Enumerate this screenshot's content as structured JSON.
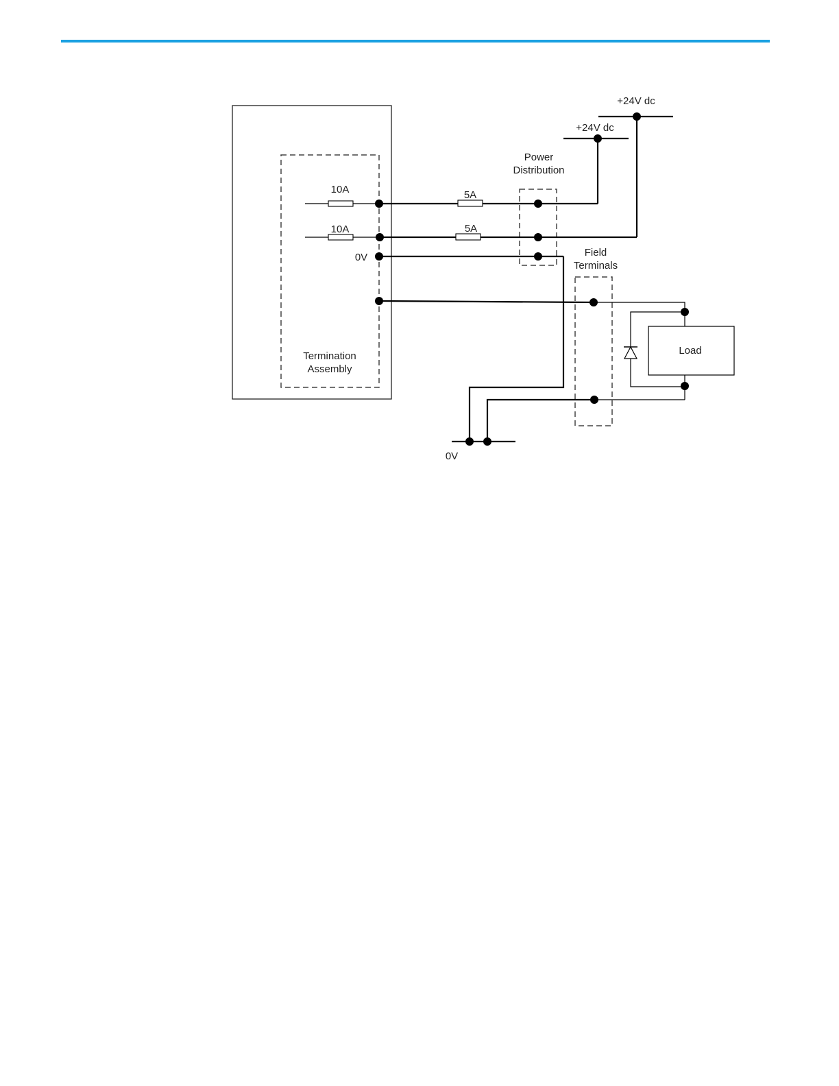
{
  "colors": {
    "header_rule": "#1ba1e2",
    "wire": "#000000"
  },
  "labels": {
    "supply_a": "+24V dc",
    "supply_b": "+24V dc",
    "power_distribution_line1": "Power",
    "power_distribution_line2": "Distribution",
    "fuse_10a_top": "10A",
    "fuse_10a_bottom": "10A",
    "fuse_5a_top": "5A",
    "fuse_5a_bottom": "5A",
    "zero_v_terminal": "0V",
    "field_terminals_line1": "Field",
    "field_terminals_line2": "Terminals",
    "termination_assembly_line1": "Termination",
    "termination_assembly_line2": "Assembly",
    "load": "Load",
    "zero_v_bus": "0V"
  }
}
